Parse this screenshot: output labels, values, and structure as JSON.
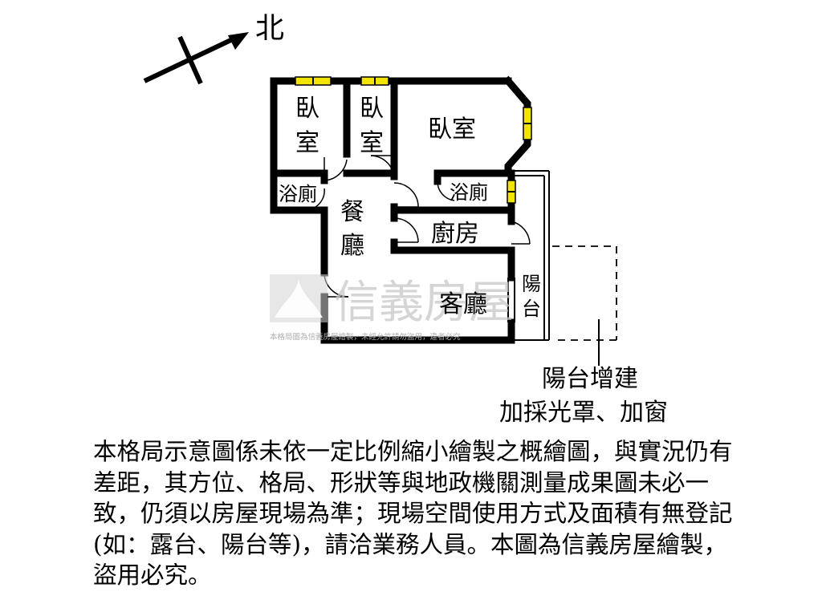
{
  "compass": {
    "label": "北"
  },
  "rooms": {
    "bedroom_left_line1": "臥",
    "bedroom_left_line2": "室",
    "bedroom_mid_line1": "臥",
    "bedroom_mid_line2": "室",
    "bedroom_master": "臥室",
    "bath_left": "浴廁",
    "bath_right": "浴廁",
    "dining_line1": "餐",
    "dining_line2": "廳",
    "kitchen": "廚房",
    "living": "客廳",
    "balcony_line1": "陽",
    "balcony_line2": "台"
  },
  "annotation": {
    "line1": "陽台增建",
    "line2": "加採光罩、加窗"
  },
  "watermark": {
    "brand": "信義房屋",
    "notice": "本格局圖為信義房屋繪製，未經允許請勿盜用，違者必究"
  },
  "disclaimer": "本格局示意圖係未依一定比例縮小繪製之概繪圖，與實況仍有差距，其方位、格局、形狀等與地政機關測量成果圖未必一致，仍須以房屋現場為準；現場空間使用方式及面積有無登記(如：露台、陽台等)，請洽業務人員。本圖為信義房屋繪製，盜用必究。",
  "colors": {
    "window": "#f2e400",
    "wall": "#000000",
    "watermark": "#c8c8c8"
  }
}
